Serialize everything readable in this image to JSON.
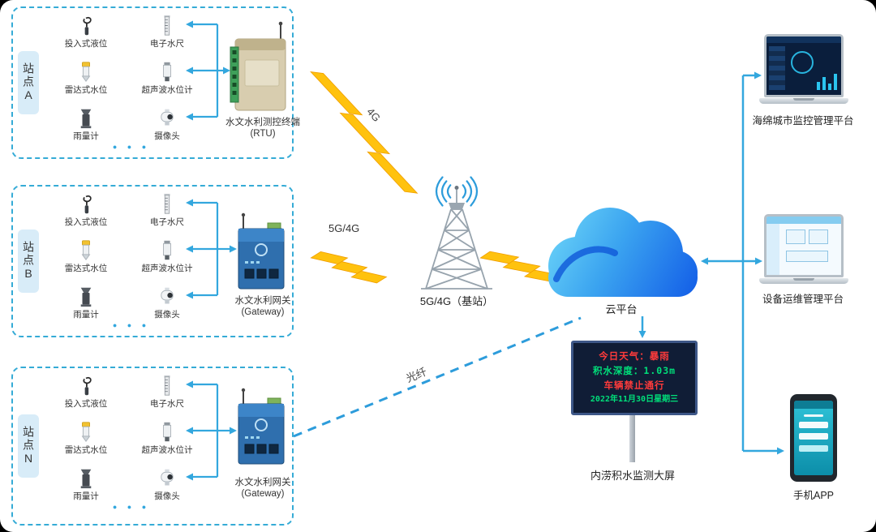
{
  "stations": [
    {
      "tab": "站点A",
      "sensors": [
        {
          "label": "投入式液位"
        },
        {
          "label": "电子水尺"
        },
        {
          "label": "雷达式水位"
        },
        {
          "label": "超声波水位计"
        },
        {
          "label": "雨量计"
        },
        {
          "label": "摄像头"
        }
      ],
      "more_dots": "● ● ●",
      "device": {
        "name": "水文水利测控终端",
        "model": "(RTU)"
      }
    },
    {
      "tab": "站点B",
      "sensors": [
        {
          "label": "投入式液位"
        },
        {
          "label": "电子水尺"
        },
        {
          "label": "雷达式水位"
        },
        {
          "label": "超声波水位计"
        },
        {
          "label": "雨量计"
        },
        {
          "label": "摄像头"
        }
      ],
      "more_dots": "● ● ●",
      "device": {
        "name": "水文水利网关",
        "model": "(Gateway)"
      }
    },
    {
      "tab": "站点N",
      "sensors": [
        {
          "label": "投入式液位"
        },
        {
          "label": "电子水尺"
        },
        {
          "label": "雷达式水位"
        },
        {
          "label": "超声波水位计"
        },
        {
          "label": "雨量计"
        },
        {
          "label": "摄像头"
        }
      ],
      "more_dots": "● ● ●",
      "device": {
        "name": "水文水利网关",
        "model": "(Gateway)"
      }
    }
  ],
  "network": {
    "bolt_a_label": "4G",
    "bolt_b_label": "5G/4G",
    "base_station_label": "5G/4G（基站）",
    "cloud_label": "云平台",
    "fiber_label": "光纤"
  },
  "led_board": {
    "lines": [
      {
        "text": "今日天气：暴雨",
        "color": "#ff3b3b"
      },
      {
        "text": "积水深度：1.03m",
        "color": "#00e07a"
      },
      {
        "text": "车辆禁止通行",
        "color": "#ff3b3b"
      },
      {
        "text": "2022年11月30日星期三",
        "color": "#00e07a"
      }
    ],
    "caption": "内涝积水监测大屏"
  },
  "endpoints": [
    {
      "label": "海绵城市监控管理平台"
    },
    {
      "label": "设备运维管理平台"
    },
    {
      "label": "手机APP"
    }
  ],
  "colors": {
    "connector": "#33a7de",
    "box_border": "#35abd6",
    "tab_bg": "#d8ecf8",
    "lightning": "#ffc20e",
    "fiber": "#2d9cdb",
    "cloud_light": "#6bd4f8",
    "cloud_dark": "#1663e8",
    "led_bg": "#101d36",
    "led_red": "#ff3b3b",
    "led_green": "#00e07a"
  }
}
